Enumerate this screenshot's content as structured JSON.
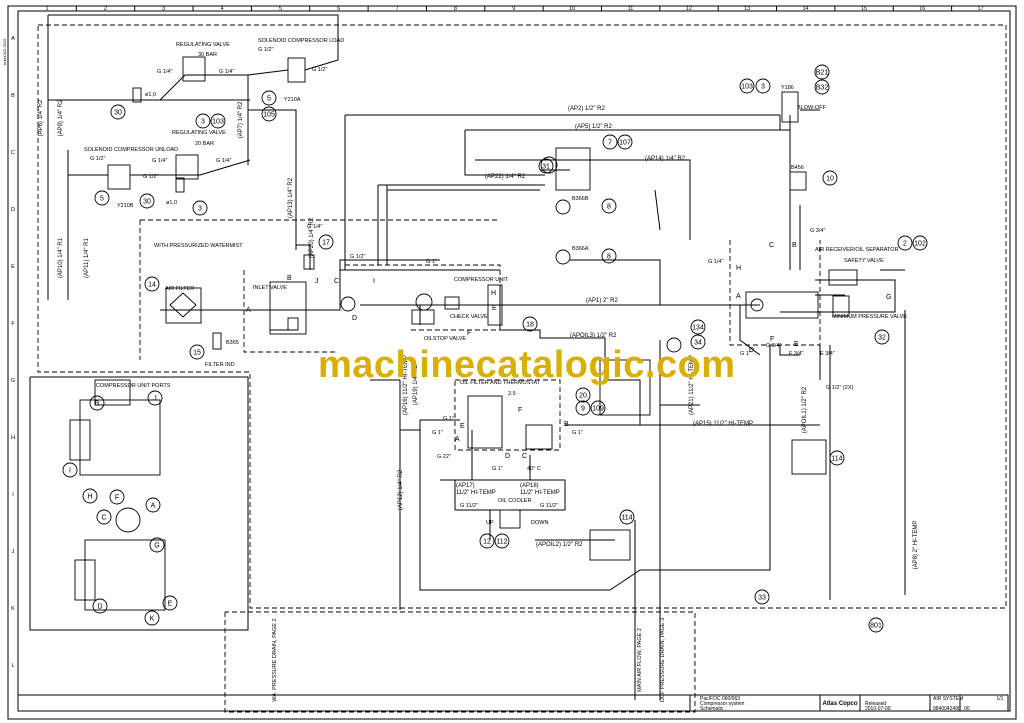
{
  "watermark": "machinecatalogic.com",
  "frame": {
    "top_cols": [
      "1",
      "2",
      "3",
      "4",
      "5",
      "6",
      "7",
      "8",
      "9",
      "10",
      "11",
      "12",
      "13",
      "14",
      "15",
      "16",
      "17"
    ],
    "side_rows": [
      "A",
      "B",
      "C",
      "D",
      "E",
      "F",
      "G",
      "H",
      "I",
      "J",
      "K",
      "L"
    ]
  },
  "labels": {
    "regulating_valve_1": "REGULATING VALVE",
    "bar_30": "30 BAR",
    "sol_load": "SOLENOID COMPRESSOR LOAD",
    "y210a": "Y210A",
    "regulating_valve_2": "REGULATING VALVE",
    "bar_20": "20 BAR",
    "sol_unload": "SOLENOID COMPRESSOR UNLOAD",
    "y210b": "Y210B",
    "phi1": "ø1,0",
    "phi2": "ø1,0",
    "pressurized": "WITH PRESSURIZED WATERMIST",
    "air_filter": "AIR FILTER",
    "inlet_valve": "INLET VALVE",
    "compressor_unit": "COMPRESSOR UNIT",
    "check_valve": "CHECK VALVE",
    "oilstop_valve": "OILSTOP VALVE",
    "b365": "B365",
    "filter_ind": "FILTER IND.",
    "oil_filter": "OIL FILTER AND THERMOSTAT",
    "oil_cooler": "OIL COOLER",
    "up": "UP",
    "down": "DOWN",
    "temp40": "40° C",
    "val25": "2.5",
    "air_receiver": "AIR RECEIVER/OIL SEPARATOR",
    "safety_valve": "SAFETY VALVE",
    "min_pressure": "MINIMUM PRESSURE VALVE",
    "blow_off": "BLOW-OFF",
    "y186": "Y186",
    "b456": "B456",
    "b366a": "B366A",
    "b366b": "B366B",
    "cu_ports": "COMPRESSOR UNIT PORTS",
    "wa_drain": "WA. PRESSURE DRAIN, PAGE 2",
    "main_air": "MAIN AIR FLOW, PAGE 2",
    "dcf_drain": "DCF PRESSURE DRAIN, PAGE 3"
  },
  "pipes": {
    "ap2": "(AP2) 1/2\" R2",
    "ap5": "(AP5) 1/2\" R2",
    "ap14": "(AP14) 1/4\" R2.",
    "ap22": "(AP22) 1/4\" R2",
    "ap1": "(AP1) 2\" R2",
    "apoil3": "(APOIL3) 1/2\" R2",
    "ap15": "(AP15) 11/2\" HI-TEMP",
    "ap17": "(AP17)",
    "ap18": "(AP18)",
    "ap17b": "11/2\" HI-TEMP",
    "ap18b": "11/2\" HI-TEMP",
    "apoil2": "(APOIL2) 1/2\" R2",
    "ap6": "(AP6) 1/4\" R2",
    "ap9": "(AP9) 1/4\" R2",
    "ap7": "(AP7) 1/4\" R2",
    "ap13": "(AP13) 1/4\" R2",
    "ap20": "(AP20) 1/4\" R2",
    "ap10": "(AP10) 1/4\" R1",
    "ap11": "(AP11) 1/4\" R1",
    "ap19": "(AP19) 1/4\" R2",
    "ap16": "(AP16) 11/2\" HI-TEMP",
    "ap12": "(AP12) 1/4\" R2",
    "ap21": "(AP21) 11/2\" HI-TEMP",
    "apoil1": "(APOIL1) 1/2\" R2",
    "ap8": "(AP8) 2\" HI-TEMP"
  },
  "fittings": {
    "g12a": "G 1/2\"",
    "g14a": "G 1/4\"",
    "g14b": "G 1/4\"",
    "g12b": "G 1/2\"",
    "g12c": "G 1/2\"",
    "g14c": "G 1/4\"",
    "g14d": "G 1/4\"",
    "g12d": "G 1/2\"",
    "g14e": "G 1/4\"",
    "g12e": "G 1/2\"",
    "g1a": "G 1\"",
    "g1b": "G 1\"",
    "g1c": "G 1\"",
    "g1d": "G 1\"",
    "g1e": "G 1\"",
    "g22a": "G 22\"",
    "g112a": "G 11/2\"",
    "g112b": "G 11/2\"",
    "g34a": "G 3/4\"",
    "g34b": "G 3/4\"",
    "g14f": "G 1/4\"",
    "g12f": "G 1/2\" (2X)",
    "f34": "F 3/4\"",
    "e34": "E 3/4\"",
    "g1f": "G 1\""
  },
  "ports": {
    "pA": "A",
    "pB": "B",
    "pC": "C",
    "pD": "D",
    "pE": "E",
    "pF": "F",
    "pG": "G",
    "pH": "H",
    "pI": "I",
    "pJ": "J",
    "rA": "A",
    "rB": "B",
    "rC": "C",
    "rD": "D",
    "rE": "E",
    "rF": "F",
    "rG": "G",
    "rH": "H",
    "oA": "A",
    "oB": "B",
    "oC": "C",
    "oD": "D",
    "oE": "E",
    "oF": "F",
    "cA": "A",
    "cB": "B",
    "cC": "C",
    "cD": "D",
    "cE": "E",
    "cF": "F",
    "cG": "G",
    "cH": "H",
    "cI": "I",
    "cJ": "J",
    "cK": "K"
  },
  "refs": {
    "r30a": "30",
    "r3a": "3",
    "r103a": "103",
    "r5a": "5",
    "r105": "105",
    "r5b": "5",
    "r30b": "30",
    "r3b": "3",
    "r17": "17",
    "r14": "14",
    "r15": "15",
    "r18": "18",
    "r31": "31",
    "r7": "7",
    "r107": "107",
    "r8a": "8",
    "r8b": "8",
    "r10": "10",
    "r103b": "103",
    "r3c": "3",
    "r21": "B21",
    "r32": "B32",
    "r2": "2",
    "r102": "102",
    "r32b": "32",
    "r134": "134",
    "r34": "34",
    "r20": "20",
    "r9": "9",
    "r109": "109",
    "r12": "12",
    "r112": "112",
    "r114a": "114",
    "r114b": "114",
    "r33": "33",
    "r801": "801"
  },
  "title_block": {
    "product": "Pac/FOC 060/063",
    "title": "Compressor system",
    "subtitle": "Schematic",
    "doc_no": "9840042490",
    "rev": "00",
    "sheet_id": "AIR SYSTEM",
    "sheet_no": "1/1",
    "date": "2010-07-09",
    "status": "Released",
    "brand": "Atlas Copco",
    "side_text": "AutoCAD 2010"
  }
}
